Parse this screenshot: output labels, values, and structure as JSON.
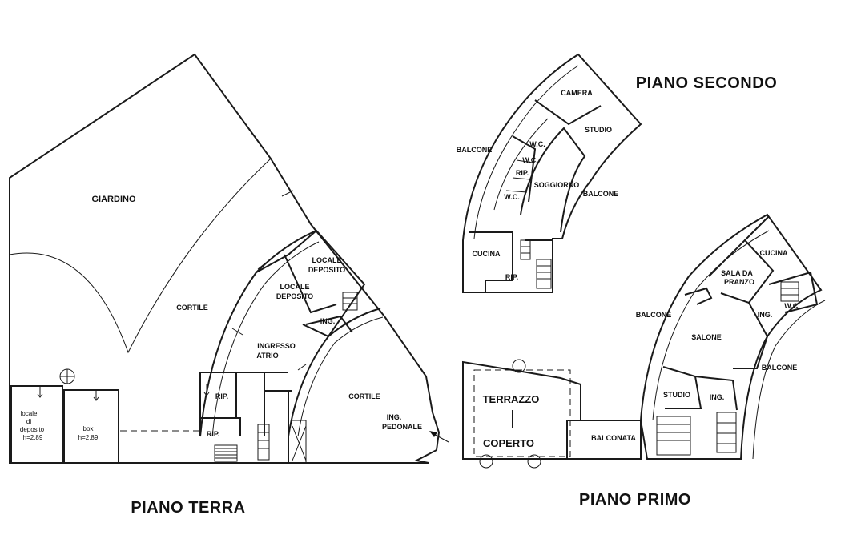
{
  "titles": {
    "terra": "PIANO TERRA",
    "primo": "PIANO PRIMO",
    "secondo": "PIANO SECONDO"
  },
  "terra": {
    "giardino": "GIARDINO",
    "cortile_main": "CORTILE",
    "cortile_right": "CORTILE",
    "locale_deposito_1": [
      "LOCALE",
      "DEPOSITO"
    ],
    "locale_deposito_2": [
      "LOCALE",
      "DEPOSITO"
    ],
    "ing": "ING.",
    "ingresso_atrio": [
      "INGRESSO",
      "ATRIO"
    ],
    "rip_1": "RIP.",
    "rip_2": "RIP.",
    "ing_pedonale": [
      "ING.",
      "PEDONALE"
    ],
    "locale_di_deposito": [
      "locale",
      "di",
      "deposito",
      "h=2.89"
    ],
    "box": [
      "box",
      "h=2.89"
    ]
  },
  "primo": {
    "terrazzo": "TERRAZZO",
    "coperto": "COPERTO",
    "balconata": "BALCONATA",
    "studio": "STUDIO",
    "ing_1": "ING.",
    "salone": "SALONE",
    "balcone_left": "BALCONE",
    "balcone_right": "BALCONE",
    "sala_da_pranzo": [
      "SALA DA",
      "PRANZO"
    ],
    "cucina": "CUCINA",
    "ing_2": "ING.",
    "wc": "W.C."
  },
  "secondo": {
    "camera": "CAMERA",
    "studio": "STUDIO",
    "balcone_left": "BALCONE",
    "balcone_right": "BALCONE",
    "wc_1": "W.C.",
    "wc_2": "W.C.",
    "rip_1": "RIP.",
    "wc_3": "W.C.",
    "soggiorno": "SOGGIORNO",
    "cucina": "CUCINA",
    "rip_2": "RIP."
  }
}
